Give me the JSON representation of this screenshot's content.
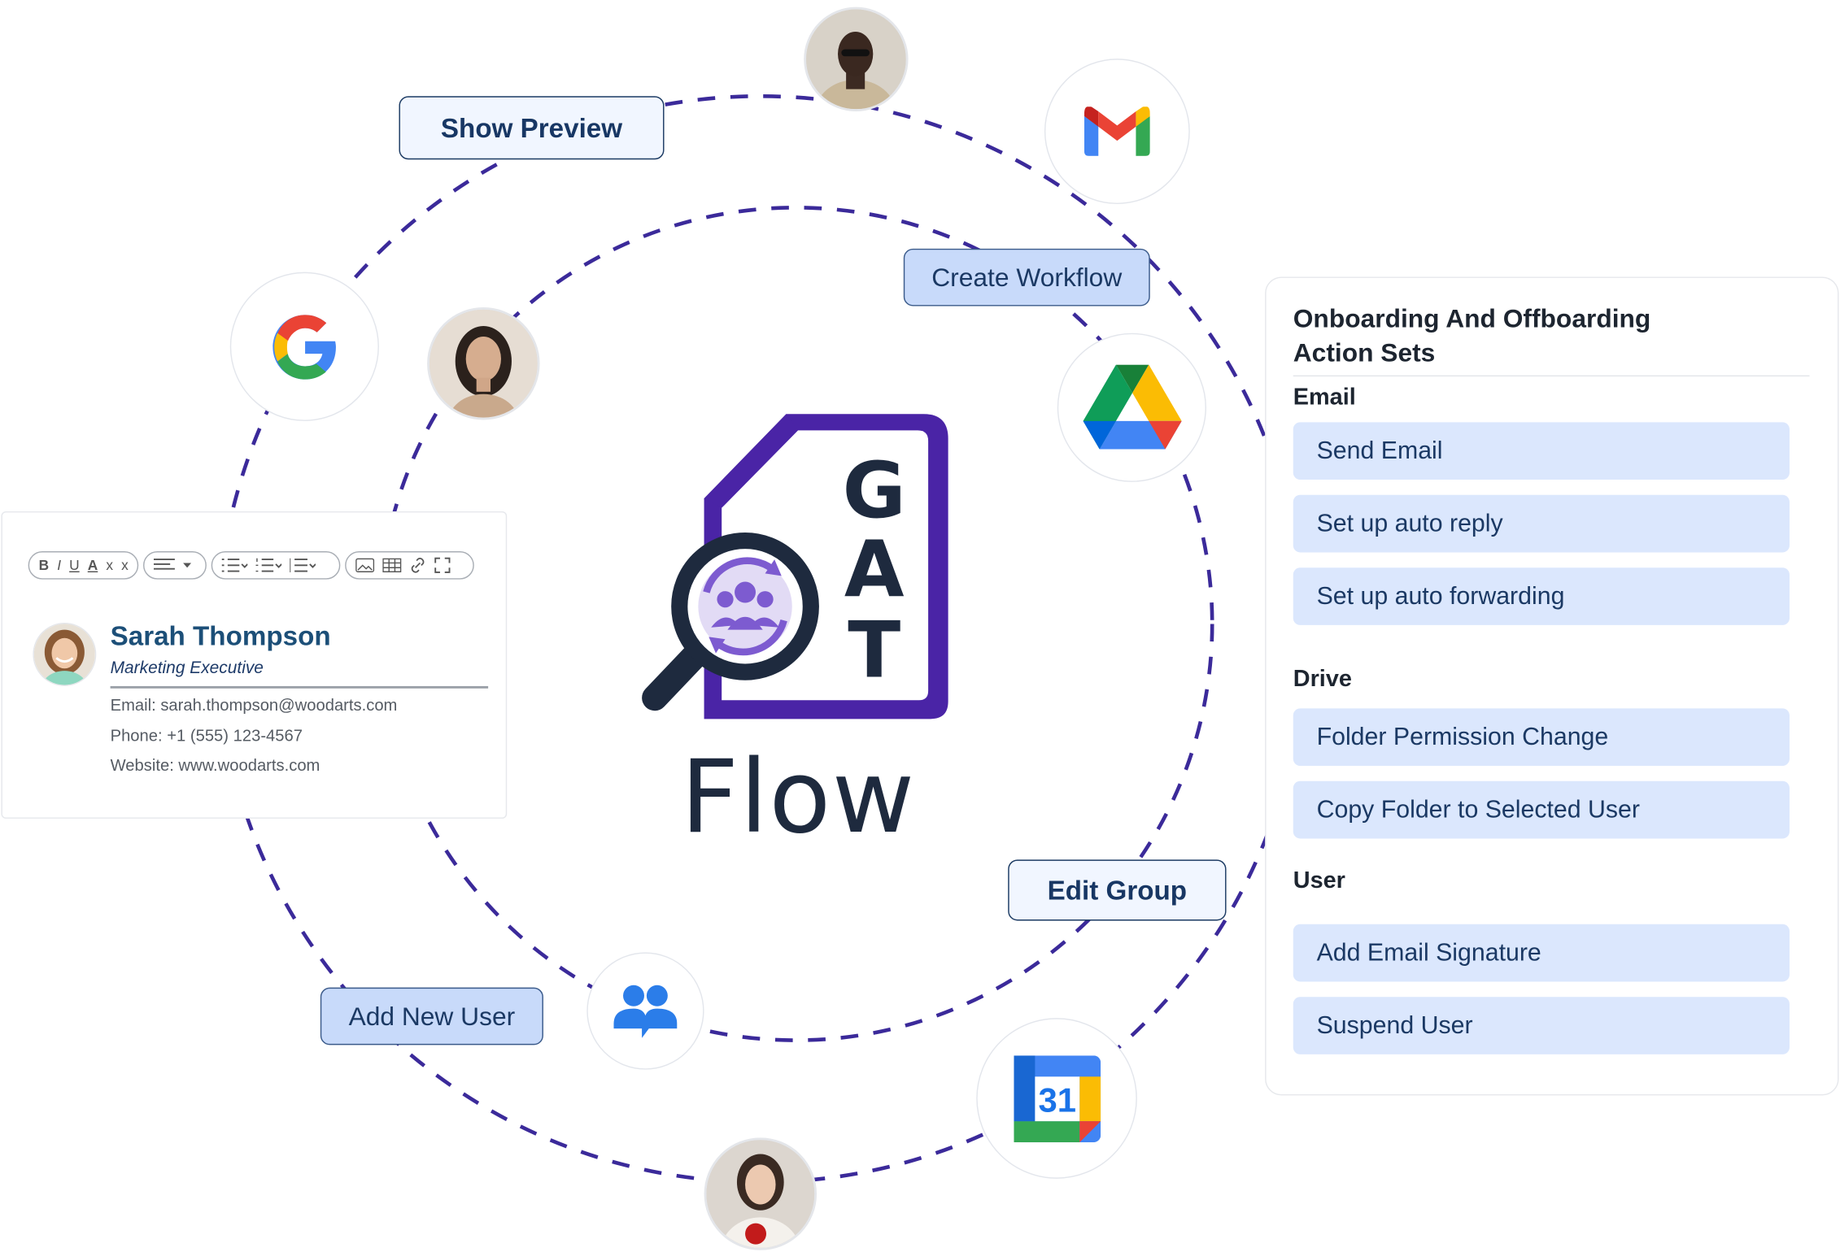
{
  "buttons": {
    "show_preview": "Show Preview",
    "create_workflow": "Create Workflow",
    "edit_group": "Edit Group",
    "add_new_user": "Add New User"
  },
  "logo": {
    "letters": [
      "G",
      "A",
      "T"
    ],
    "wordmark": "Flow"
  },
  "signature_card": {
    "toolbar": {
      "format": [
        "B",
        "I",
        "U",
        "A",
        "x",
        "x"
      ]
    },
    "name": "Sarah Thompson",
    "title": "Marketing Executive",
    "email": "Email: sarah.thompson@woodarts.com",
    "phone": "Phone: +1 (555) 123-4567",
    "website": "Website: www.woodarts.com"
  },
  "panel": {
    "title_line1": "Onboarding And Offboarding",
    "title_line2": "Action Sets",
    "sections": [
      {
        "label": "Email",
        "actions": [
          "Send Email",
          "Set up auto reply",
          "Set up auto forwarding"
        ]
      },
      {
        "label": "Drive",
        "actions": [
          "Folder Permission Change",
          "Copy Folder to Selected User"
        ]
      },
      {
        "label": "User",
        "actions": [
          "Add Email Signature",
          "Suspend User"
        ]
      }
    ]
  },
  "icons": {
    "calendar_day": "31",
    "names": [
      "gmail-icon",
      "google-icon",
      "google-drive-icon",
      "google-calendar-icon",
      "groups-icon"
    ]
  },
  "colors": {
    "brand_purple": "#4a24a6",
    "navy": "#1e2a3e",
    "orbit_dash": "#3b2a9a",
    "button_blue": "#c8dafa",
    "action_bg": "#dbe7fd",
    "accent_text": "#1b3964"
  }
}
